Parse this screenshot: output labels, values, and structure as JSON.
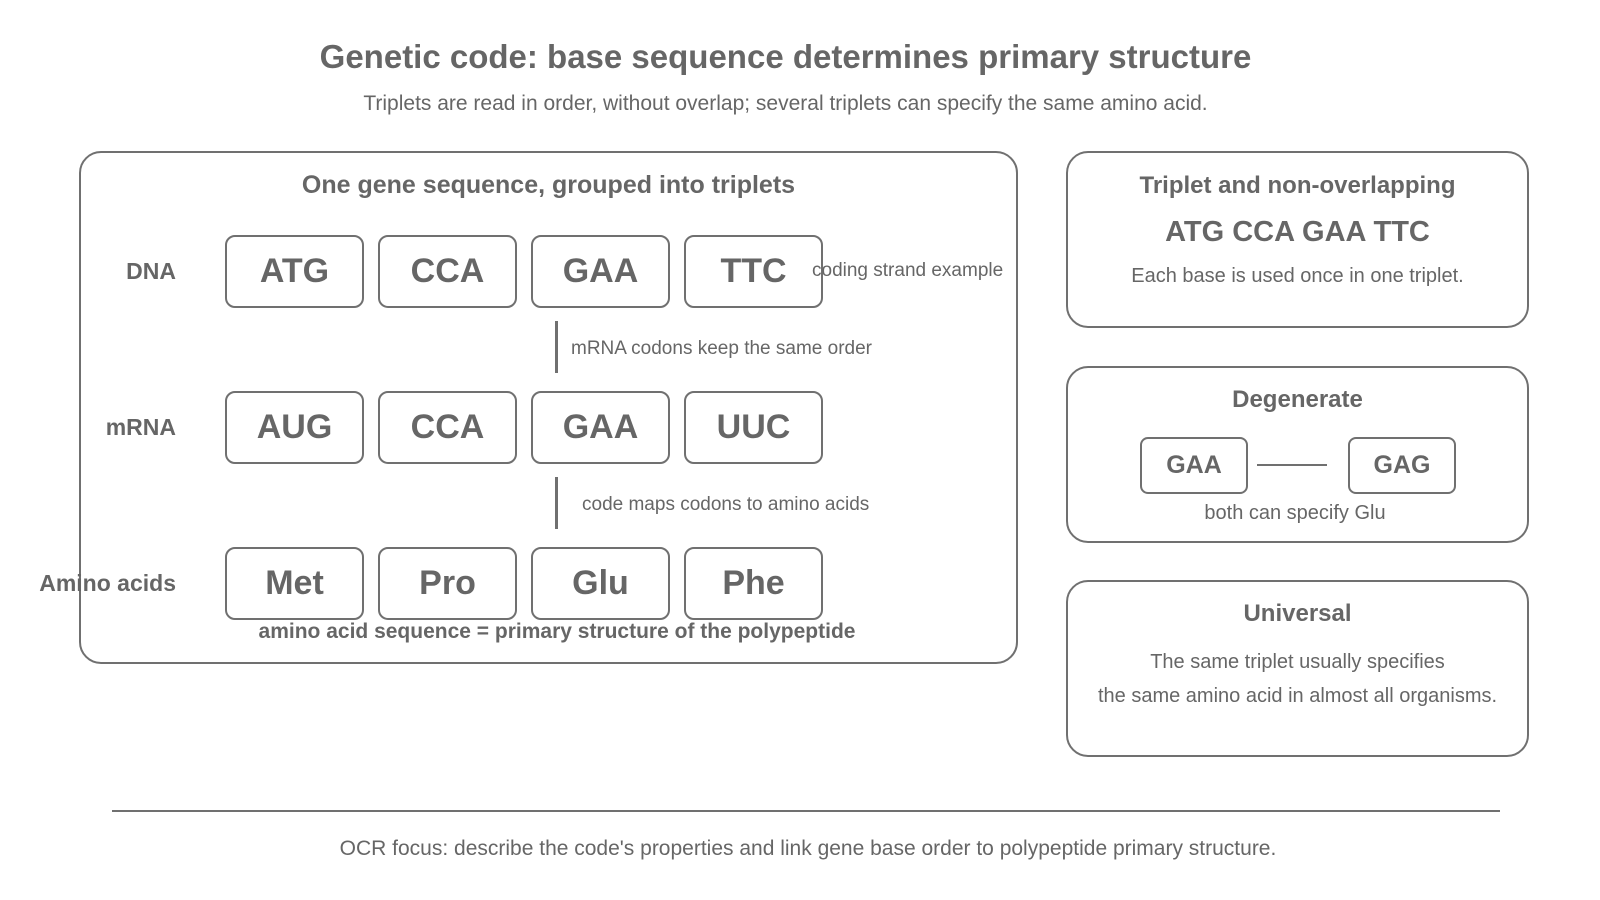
{
  "header": {
    "title": "Genetic code: base sequence determines primary structure",
    "subtitle": "Triplets are read in order, without overlap; several triplets can specify the same amino acid."
  },
  "main_panel": {
    "title": "One gene sequence, grouped into triplets",
    "rows": [
      {
        "label": "DNA",
        "cells": [
          "ATG",
          "CCA",
          "GAA",
          "TTC"
        ]
      },
      {
        "label": "mRNA",
        "cells": [
          "AUG",
          "CCA",
          "GAA",
          "UUC"
        ]
      },
      {
        "label": "Amino acids",
        "cells": [
          "Met",
          "Pro",
          "Glu",
          "Phe"
        ]
      }
    ],
    "dna_note": "coding strand example",
    "arrow_note_1": "mRNA codons keep the same order",
    "arrow_note_2": "code maps codons to amino acids",
    "footer": "amino acid sequence = primary structure of the polypeptide"
  },
  "triplet_panel": {
    "title": "Triplet and non-overlapping",
    "sequence": "ATG CCA GAA TTC",
    "note": "Each base is used once in one triplet."
  },
  "degenerate_panel": {
    "title": "Degenerate",
    "codon_a": "GAA",
    "codon_b": "GAG",
    "note": "both can specify Glu"
  },
  "universal_panel": {
    "title": "Universal",
    "line1": "The same triplet usually specifies",
    "line2": "the same amino acid in almost all organisms."
  },
  "footer": {
    "note": "OCR focus: describe the code's properties and link gene base order to polypeptide primary structure."
  }
}
